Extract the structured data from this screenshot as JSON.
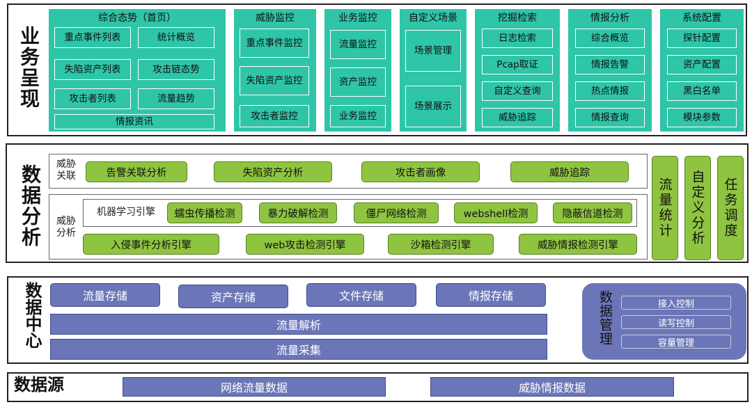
{
  "layer1": {
    "title": "业务呈现",
    "groups": [
      {
        "title": "综合态势（首页）",
        "items": [
          "重点事件列表",
          "统计概览",
          "失陷资产列表",
          "攻击链态势",
          "攻击者列表",
          "流量趋势",
          "情报资讯"
        ]
      },
      {
        "title": "威胁监控",
        "items": [
          "重点事件监控",
          "失陷资产监控",
          "攻击者监控"
        ]
      },
      {
        "title": "业务监控",
        "items": [
          "流量监控",
          "资产监控",
          "业务监控"
        ]
      },
      {
        "title": "自定义场景",
        "items": [
          "场景管理",
          "场景展示"
        ]
      },
      {
        "title": "挖掘检索",
        "items": [
          "日志检索",
          "Pcap取证",
          "自定义查询",
          "威胁追踪"
        ]
      },
      {
        "title": "情报分析",
        "items": [
          "综合概览",
          "情报告警",
          "热点情报",
          "情报查询"
        ]
      },
      {
        "title": "系统配置",
        "items": [
          "探针配置",
          "资产配置",
          "黑白名单",
          "模块参数"
        ]
      }
    ]
  },
  "layer2": {
    "title": "数据分析",
    "assoc_label": "威胁关联",
    "assoc_items": [
      "告警关联分析",
      "失陷资产分析",
      "攻击者画像",
      "威胁追踪"
    ],
    "analysis_label": "威胁分析",
    "ml_label": "机器学习引擎",
    "ml_items": [
      "蠕虫传播检测",
      "暴力破解检测",
      "僵尸网络检测",
      "webshell检测",
      "隐蔽信道检测"
    ],
    "engines": [
      "入侵事件分析引擎",
      "web攻击检测引擎",
      "沙箱检测引擎",
      "威胁情报检测引擎"
    ],
    "side": [
      "流量统计",
      "自定义分析",
      "任务调度"
    ]
  },
  "layer3": {
    "title": "数据中心",
    "storage": [
      "流量存储",
      "资产存储",
      "文件存储",
      "情报存储"
    ],
    "parse": "流量解析",
    "collect": "流量采集",
    "mgmt_title": "数据管理",
    "mgmt_items": [
      "接入控制",
      "读写控制",
      "容量管理"
    ]
  },
  "layer4": {
    "title": "数据源",
    "items": [
      "网络流量数据",
      "威胁情报数据"
    ]
  }
}
